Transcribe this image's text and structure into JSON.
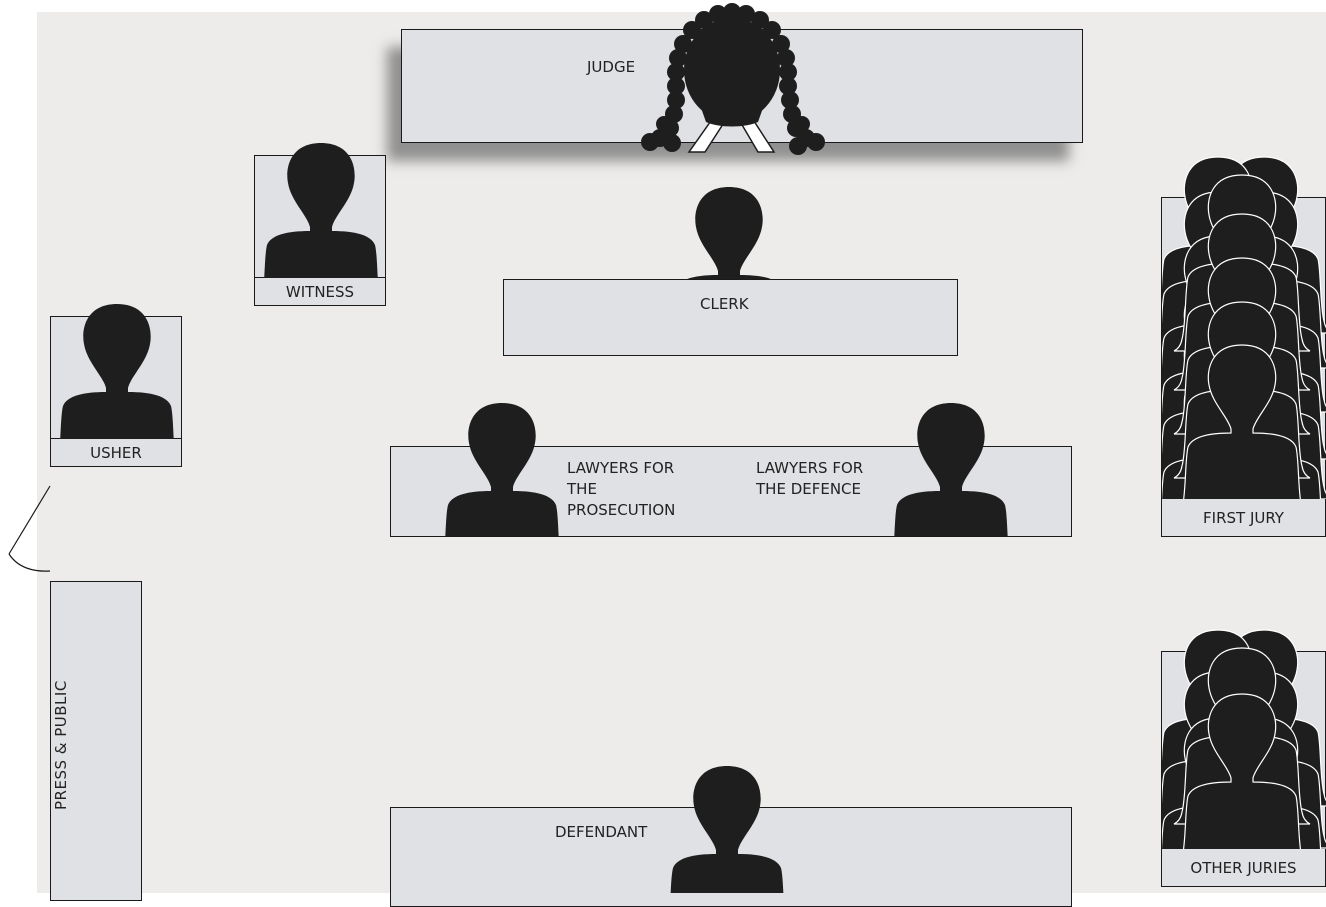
{
  "labels": {
    "judge": "JUDGE",
    "witness": "WITNESS",
    "clerk": "CLERK",
    "usher": "USHER",
    "prosecution_line1": "LAWYERS FOR",
    "prosecution_line2": "THE",
    "prosecution_line3": "PROSECUTION",
    "defence_line1": "LAWYERS FOR",
    "defence_line2": "THE DEFENCE",
    "first_jury": "FIRST JURY",
    "other_juries": "OTHER JURIES",
    "press_public": "PRESS & PUBLIC",
    "defendant": "DEFENDANT"
  },
  "colors": {
    "floor": "#edecea",
    "desk": "#e0e1e5",
    "silhouette": "#1e1e1e",
    "outline": "#1a1a1a"
  },
  "icons": {
    "person": "person-silhouette-icon",
    "judge": "judge-wig-icon"
  }
}
